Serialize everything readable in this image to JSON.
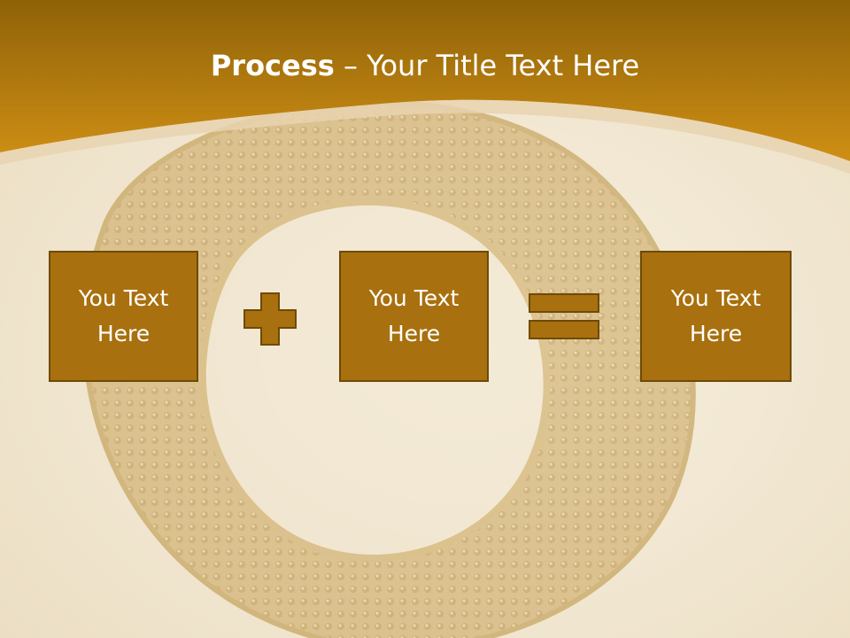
{
  "slide": {
    "title_bold": "Process",
    "title_rest": " – Your Title Text Here",
    "boxes": [
      {
        "line1": "You Text",
        "line2": "Here"
      },
      {
        "line1": "You Text",
        "line2": "Here"
      },
      {
        "line1": "You Text",
        "line2": "Here"
      }
    ],
    "operators": [
      "plus-icon",
      "equals-icon"
    ]
  },
  "colors": {
    "header_gold": "#c88a14",
    "box_fill": "#a8700e",
    "box_border": "#6e4a07",
    "background_cream": "#f1e8d6",
    "title_text": "#ffffff"
  }
}
